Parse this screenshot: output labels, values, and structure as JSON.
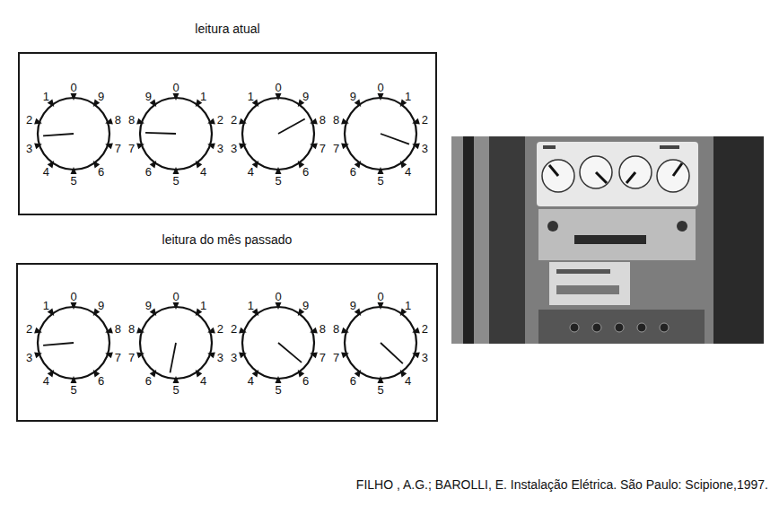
{
  "diagram": {
    "caption": "FILHO , A.G.; BAROLLI, E. Instalação Elétrica. São Paulo: Scipione,1997.",
    "nodes": [
      {
        "text": [
          "leitura atual"
        ]
      },
      {
        "text": [
          "leitura do mês passado"
        ]
      }
    ],
    "labels": [
      "0",
      "1",
      "2",
      "3",
      "4",
      "5",
      "6",
      "7",
      "8",
      "9",
      "0",
      "1",
      "2",
      "3",
      "4",
      "5",
      "6",
      "7",
      "8",
      "9",
      "0",
      "1",
      "2",
      "3",
      "4",
      "5",
      "6",
      "7",
      "8",
      "9",
      "0",
      "1",
      "2",
      "3",
      "4",
      "5",
      "6",
      "7",
      "8",
      "9",
      "0",
      "1",
      "2",
      "3",
      "4",
      "5",
      "6",
      "7",
      "8",
      "9",
      "0",
      "1",
      "2",
      "3",
      "4",
      "5",
      "6",
      "7",
      "8",
      "9",
      "0",
      "1",
      "2",
      "3",
      "4",
      "5",
      "6",
      "7",
      "8",
      "9",
      "0",
      "1",
      "2",
      "3",
      "4",
      "5",
      "6",
      "7",
      "8",
      "9"
    ]
  }
}
